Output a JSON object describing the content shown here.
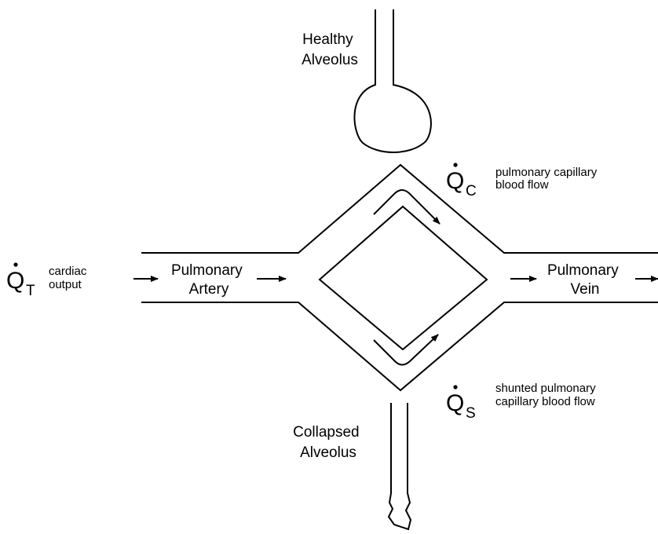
{
  "labels": {
    "healthy_alveolus": [
      "Healthy",
      "Alveolus"
    ],
    "collapsed_alveolus": [
      "Collapsed",
      "Alveolus"
    ],
    "pulmonary_artery": [
      "Pulmonary",
      "Artery"
    ],
    "pulmonary_vein": [
      "Pulmonary",
      "Vein"
    ]
  },
  "flows": {
    "total": {
      "symbol": "Q",
      "subscript": "T",
      "description": [
        "cardiac",
        "output"
      ]
    },
    "capillary": {
      "symbol": "Q",
      "subscript": "C",
      "description": [
        "pulmonary capillary",
        "blood flow"
      ]
    },
    "shunt": {
      "symbol": "Q",
      "subscript": "S",
      "description": [
        "shunted pulmonary",
        "capillary blood flow"
      ]
    }
  }
}
